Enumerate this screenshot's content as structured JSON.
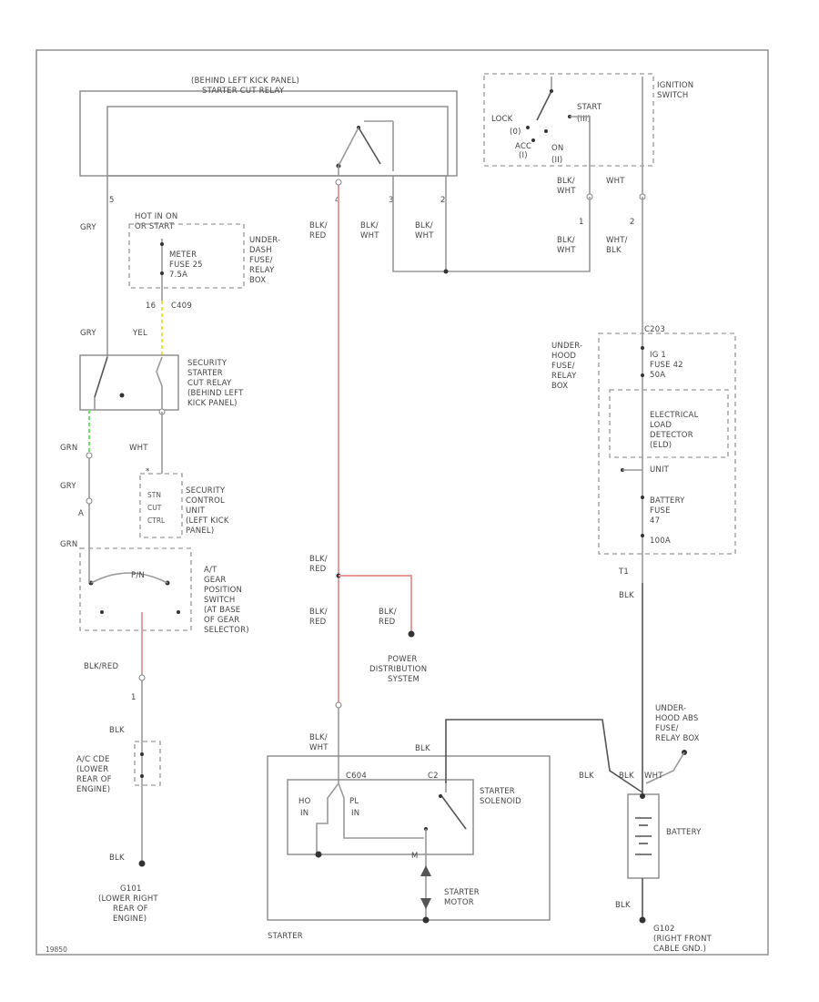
{
  "labels": {
    "kick_relay": [
      "(BEHIND LEFT KICK PANEL)",
      "STARTER CUT RELAY"
    ],
    "ign_switch": [
      "IGNITION",
      "SWITCH"
    ],
    "ign_pos": {
      "lock": "LOCK",
      "zero": "(0)",
      "acc": "ACC",
      "acc_n": "(I)",
      "on": "ON",
      "on_n": "(II)",
      "start": "START",
      "start_n": "(III)"
    },
    "relay_pins": {
      "p5": "5",
      "p4": "4",
      "p3": "3",
      "p2": "2"
    },
    "wires_top": {
      "gry": "GRY",
      "blk_red": [
        "BLK/",
        "RED"
      ],
      "blk_wht1": [
        "BLK/",
        "WHT"
      ],
      "blk_wht2": [
        "BLK/",
        "WHT"
      ]
    },
    "fuse_dash": [
      "HOT IN ON",
      "OR START"
    ],
    "meter_fuse": [
      "METER",
      "FUSE 25",
      "7.5A"
    ],
    "under_dash": [
      "UNDER-",
      "DASH",
      "FUSE/",
      "RELAY",
      "BOX"
    ],
    "c409": "C409",
    "pin16": "16",
    "gry2": "GRY",
    "yel": "YEL",
    "security_relay": [
      "SECURITY",
      "STARTER",
      "CUT RELAY",
      "(BEHIND LEFT",
      "KICK PANEL)"
    ],
    "grn": "GRN",
    "wht": "WHT",
    "gry3": "GRY",
    "pin_a": "A",
    "pin_ast": "*",
    "security_unit": [
      "SECURITY",
      "CONTROL",
      "UNIT",
      "(LEFT KICK",
      "PANEL)"
    ],
    "stn": [
      "STN",
      "CUT",
      "CTRL"
    ],
    "grn2": "GRN",
    "at_gear": [
      "A/T",
      "GEAR",
      "POSITION",
      "SWITCH",
      "(AT BASE",
      "OF GEAR",
      "SELECTOR)"
    ],
    "gear_pn": "P/N",
    "blk_red2": "BLK/RED",
    "pin1": "1",
    "blk1": "BLK",
    "ac_cde": [
      "A/C CDE",
      "(LOWER",
      "REAR OF",
      "ENGINE)"
    ],
    "blk2": "BLK",
    "g101": [
      "G101",
      "(LOWER RIGHT",
      "REAR OF",
      "ENGINE)"
    ],
    "ign_wires": {
      "blk_wht_a": [
        "BLK/",
        "WHT"
      ],
      "wht": "WHT",
      "pin1": "1",
      "pin2": "2",
      "blk_wht_b": [
        "BLK/",
        "WHT"
      ],
      "wht_blk": [
        "WHT/",
        "BLK"
      ]
    },
    "c203": "C203",
    "under_hood": [
      "UNDER-",
      "HOOD",
      "FUSE/",
      "RELAY",
      "BOX"
    ],
    "ig1_fuse": [
      "IG 1",
      "FUSE 42",
      "50A"
    ],
    "eld": [
      "ELECTRICAL",
      "LOAD",
      "DETECTOR",
      "(ELD)",
      "UNIT"
    ],
    "battery_fuse": [
      "BATTERY",
      "FUSE",
      "47",
      "100A"
    ],
    "blk_red3": [
      "BLK/",
      "RED"
    ],
    "blk_red4": [
      "BLK/",
      "RED"
    ],
    "blk_red5": [
      "BLK/",
      "RED"
    ],
    "power_dist": [
      "POWER",
      "DISTRIBUTION",
      "SYSTEM"
    ],
    "t1": "T1",
    "blk3": "BLK",
    "under_hood_abs": [
      "UNDER-",
      "HOOD ABS",
      "FUSE/",
      "RELAY BOX"
    ],
    "blk_wht3": [
      "BLK/",
      "WHT"
    ],
    "blk4": "BLK",
    "blk5": "BLK",
    "blk6": "BLK",
    "wht2": "WHT",
    "c604": "C604",
    "c2": "C2",
    "hold_pull": {
      "ho": "HO",
      "in1": "IN",
      "pl": "PL",
      "in2": "IN"
    },
    "starter_solenoid": [
      "STARTER",
      "SOLENOID"
    ],
    "m": "M",
    "starter_motor": [
      "STARTER",
      "MOTOR"
    ],
    "starter": "STARTER",
    "battery": "BATTERY",
    "blk7": "BLK",
    "g102": [
      "G102",
      "(RIGHT FRONT",
      "CABLE GND.)"
    ],
    "code": "19850"
  }
}
